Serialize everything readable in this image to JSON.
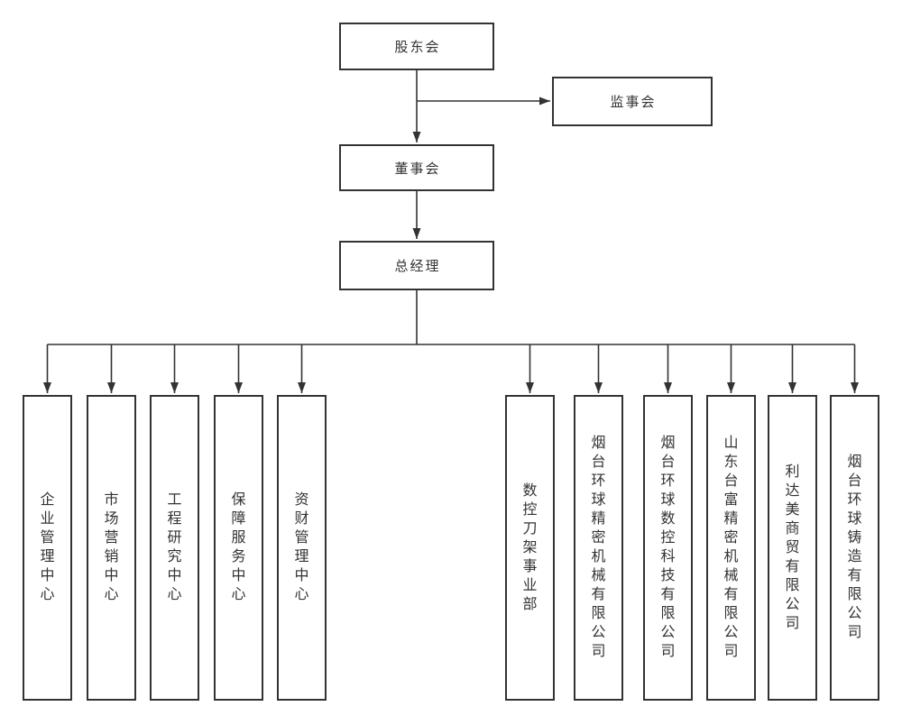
{
  "colors": {
    "background": "#ffffff",
    "line": "#333333",
    "box_border": "#333333",
    "text": "#333333"
  },
  "nodes": {
    "shareholders_meeting": "股东会",
    "supervisory_board": "监事会",
    "board_of_directors": "董事会",
    "general_manager": "总经理"
  },
  "units": [
    {
      "label": "企业管理中心"
    },
    {
      "label": "市场营销中心"
    },
    {
      "label": "工程研究中心"
    },
    {
      "label": "保障服务中心"
    },
    {
      "label": "资财管理中心"
    },
    {
      "label": "数控刀架事业部"
    },
    {
      "label": "烟台环球精密机械有限公司"
    },
    {
      "label": "烟台环球数控科技有限公司"
    },
    {
      "label": "山东台富精密机械有限公司"
    },
    {
      "label": "利达美商贸有限公司"
    },
    {
      "label": "烟台环球铸造有限公司"
    }
  ],
  "edges": [
    {
      "from": "股东会",
      "to": "董事会",
      "arrow": true
    },
    {
      "from": "股东会",
      "to": "监事会",
      "arrow": true
    },
    {
      "from": "董事会",
      "to": "总经理",
      "arrow": true
    },
    {
      "from": "总经理",
      "to": [
        "企业管理中心",
        "市场营销中心",
        "工程研究中心",
        "保障服务中心",
        "资财管理中心",
        "数控刀架事业部",
        "烟台环球精密机械有限公司",
        "烟台环球数控科技有限公司",
        "山东台富精密机械有限公司",
        "利达美商贸有限公司",
        "烟台环球铸造有限公司"
      ],
      "arrow": true
    }
  ]
}
